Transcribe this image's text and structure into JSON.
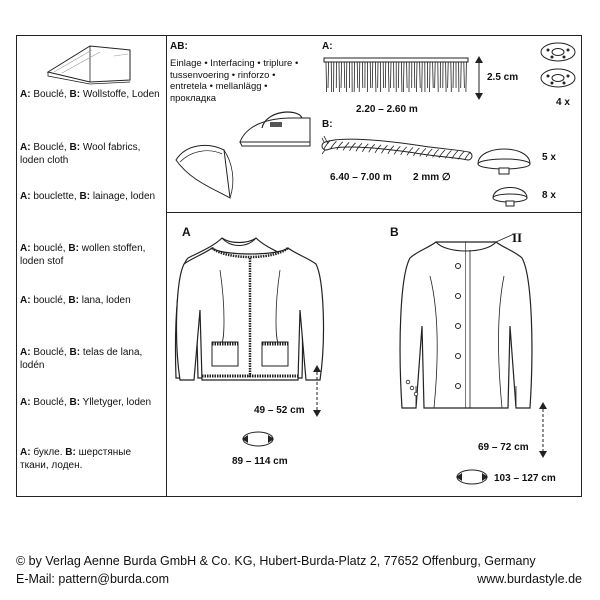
{
  "fabrics": [
    {
      "a": "A:",
      "a_val": " Bouclé, ",
      "b": "B:",
      "b_val": " Wollstoffe, Loden"
    },
    {
      "a": "A:",
      "a_val": " Bouclé, ",
      "b": "B:",
      "b_val": " Wool fabrics, loden cloth"
    },
    {
      "a": "A:",
      "a_val": "  bouclette, ",
      "b": "B:",
      "b_val": " lainage, loden"
    },
    {
      "a": "A:",
      "a_val": " bouclé, ",
      "b": "B:",
      "b_val": " wollen stoffen, loden stof"
    },
    {
      "a": "A:",
      "a_val": " bouclé, ",
      "b": "B:",
      "b_val": " lana, loden"
    },
    {
      "a": "A:",
      "a_val": " Bouclé, ",
      "b": "B:",
      "b_val": " telas de lana, lodén"
    },
    {
      "a": "A:",
      "a_val": " Bouclé, ",
      "b": "B:",
      "b_val": " Ylletyger, loden"
    },
    {
      "a": "A:",
      "a_val": " букле. ",
      "b": "B:",
      "b_val": " шерстяные ткани, лоден."
    }
  ],
  "notions": {
    "ab_label": "AB:",
    "interfacing_lines": [
      "Einlage • Interfacing • triplure •",
      "tussenvoering • rinforzo •",
      "entretela • mellanlägg •",
      "прокладка"
    ],
    "a_label": "A:",
    "fringe_height": "2.5 cm",
    "fringe_length": "2.20 – 2.60 m",
    "b_label": "B:",
    "cord_length": "6.40 – 7.00 m",
    "cord_diameter": "2 mm ∅",
    "snaps_qty": "4 x",
    "buttons_large_qty": "5 x",
    "buttons_small_qty": "8 x"
  },
  "views": {
    "a_label": "A",
    "a_back_length": "49 – 52 cm",
    "a_hip": "89 – 114 cm",
    "b_label": "B",
    "b_mark_ii": "II",
    "b_mark_i": "I",
    "b_back_length": "69 – 72 cm",
    "b_hip": "103 – 127 cm"
  },
  "footer": {
    "copyright": "© by Verlag Aenne Burda GmbH & Co. KG, Hubert-Burda-Platz 2, 77652 Offenburg, Germany",
    "email": "E-Mail: pattern@burda.com",
    "website": "www.burdastyle.de"
  }
}
